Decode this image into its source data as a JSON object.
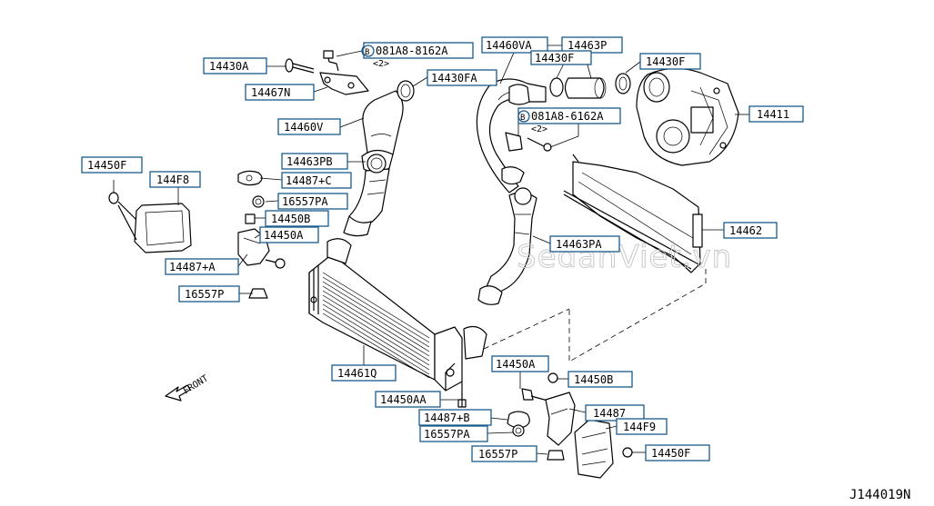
{
  "labels": {
    "p14430A": "14430A",
    "p081A8_8162A": "081A8-8162A",
    "p081A8_8162A_qty": "<2>",
    "p14460VA": "14460VA",
    "p14463P": "14463P",
    "p14430F_a": "14430F",
    "p14430F_b": "14430F",
    "p14430FA": "14430FA",
    "p14467N": "14467N",
    "p14460V": "14460V",
    "p081A8_6162A": "081A8-6162A",
    "p081A8_6162A_qty": "<2>",
    "p14411": "14411",
    "p14450F_a": "14450F",
    "p144F8": "144F8",
    "p14463PB": "14463PB",
    "p14487C": "14487+C",
    "p16557PA_a": "16557PA",
    "p14450B_a": "14450B",
    "p14450A_a": "14450A",
    "p14462": "14462",
    "p14463PA": "14463PA",
    "p14487A": "14487+A",
    "p16557P_a": "16557P",
    "p14461Q": "14461Q",
    "p14450A_b": "14450A",
    "p14450B_b": "14450B",
    "p14450AA": "14450AA",
    "p14487": "14487",
    "p14487B": "14487+B",
    "p144F9": "144F9",
    "p16557PA_b": "16557PA",
    "p16557P_b": "16557P",
    "p14450F_b": "14450F",
    "front": "FRONT",
    "drawing_code": "J144019N",
    "bolt_marker": "B",
    "watermark": "SedanViet.vn"
  }
}
